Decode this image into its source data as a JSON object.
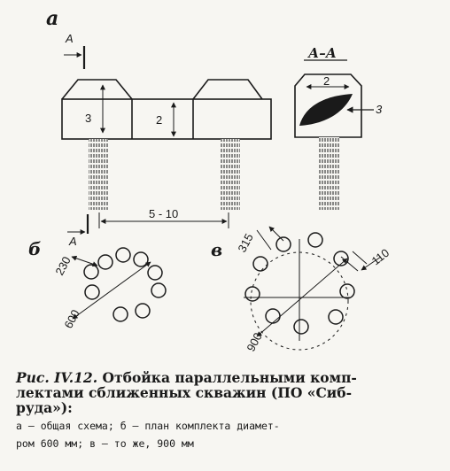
{
  "labels": {
    "panel_a": "а",
    "panel_b": "б",
    "panel_v": "в",
    "section_mark": "А",
    "section_title": "А–А",
    "dim_3_left": "3",
    "dim_2_middle": "2",
    "dim_2_section": "2",
    "callout_3": "3",
    "dim_spacing": "5 - 10",
    "dim_230": "230",
    "dim_600": "600",
    "dim_315": "315",
    "dim_110": "110",
    "dim_900": "900"
  },
  "caption": {
    "fig_no": "Рис. IV.12.",
    "line1_rest": "Отбойка параллельными комп-",
    "line2": "лектами сближенных скважин (ПО «Сиб-",
    "line3": "руда»):",
    "sub1": "а — общая схема; б — план комплекта диамет-",
    "sub2": "ром 600 мм; в — то же, 900 мм"
  },
  "colors": {
    "ink": "#1a1a1a",
    "paper": "#f7f6f2"
  }
}
